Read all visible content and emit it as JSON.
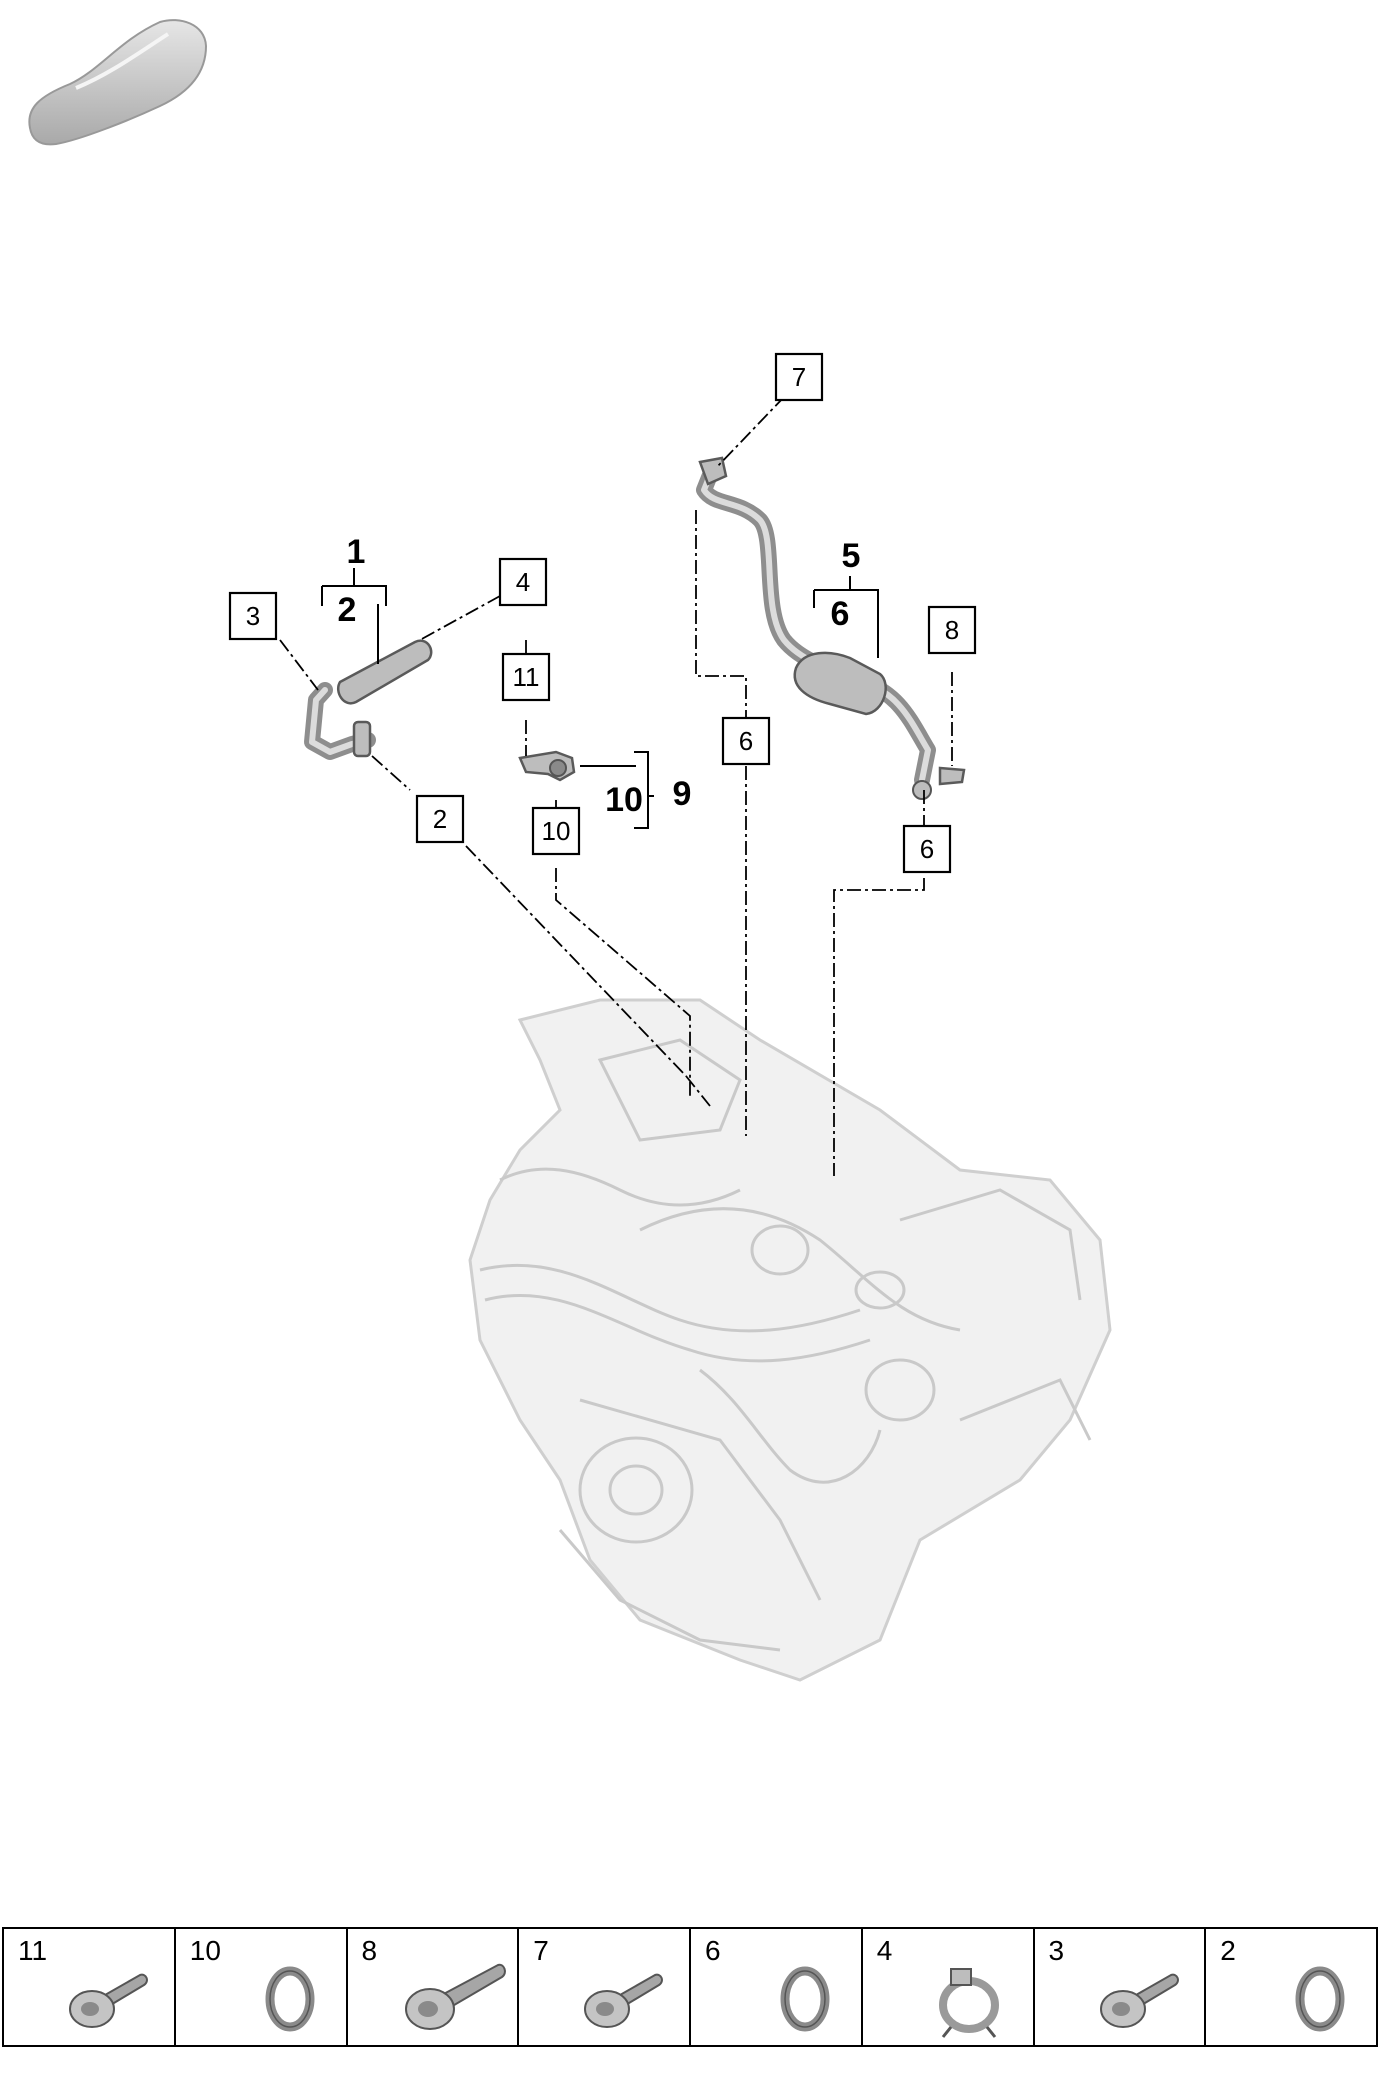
{
  "callouts": [
    {
      "id": "c7",
      "label": "7"
    },
    {
      "id": "c4",
      "label": "4"
    },
    {
      "id": "c3",
      "label": "3"
    },
    {
      "id": "c8",
      "label": "8"
    },
    {
      "id": "c11",
      "label": "11"
    },
    {
      "id": "c6a",
      "label": "6"
    },
    {
      "id": "c2",
      "label": "2"
    },
    {
      "id": "c10",
      "label": "10"
    },
    {
      "id": "c6b",
      "label": "6"
    }
  ],
  "groups": {
    "g1": "1",
    "g2": "2",
    "g5": "5",
    "g6": "6",
    "g10": "10",
    "g9": "9"
  },
  "tray": [
    {
      "label": "11",
      "icon": "bolt-icon"
    },
    {
      "label": "10",
      "icon": "seal-ring-icon"
    },
    {
      "label": "8",
      "icon": "long-bolt-icon"
    },
    {
      "label": "7",
      "icon": "bolt-icon"
    },
    {
      "label": "6",
      "icon": "seal-ring-icon"
    },
    {
      "label": "4",
      "icon": "hose-clamp-icon"
    },
    {
      "label": "3",
      "icon": "bolt-icon"
    },
    {
      "label": "2",
      "icon": "seal-ring-icon"
    }
  ]
}
